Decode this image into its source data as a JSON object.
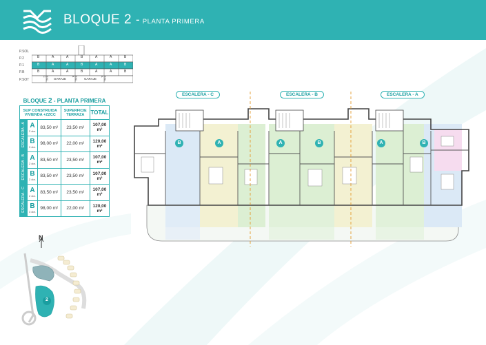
{
  "header": {
    "title_block": "BLOQUE 2",
    "title_sep": "-",
    "title_floor": "PLANTA PRIMERA",
    "bg_color": "#2fb2b3"
  },
  "mini_elevation": {
    "levels": [
      "P.SOL",
      "P.2",
      "P.1",
      "P.B",
      "P.SOT"
    ],
    "rows": {
      "p2": [
        "B",
        "A",
        "A",
        "B",
        "A",
        "A",
        "B"
      ],
      "p1": [
        "B",
        "A",
        "A",
        "B",
        "A",
        "A",
        "B"
      ],
      "pb": [
        "B",
        "A",
        "A",
        "B",
        "A",
        "A",
        "B"
      ]
    },
    "sot_labels": [
      "GARAJE",
      "GARAJE"
    ],
    "stairs": [
      "ESC-C",
      "ESC-B",
      "ESC-A"
    ]
  },
  "table": {
    "title_prefix": "BLOQUE",
    "title_num": "2",
    "title_suffix": "- PLANTA PRIMERA",
    "headers": {
      "col1": "SUP CONSTRUIDA VIVIENDA +ZZCC",
      "col2": "SUPERFICIE TERRAZA",
      "col3": "TOTAL"
    },
    "groups": [
      {
        "escalera": "ESCALERA - A",
        "rows": [
          {
            "unit": "A",
            "dorm": "2 dor.",
            "vivienda": "83,50 m²",
            "terraza": "23,50 m²",
            "total": "107,00 m²"
          },
          {
            "unit": "B",
            "dorm": "3 dor.",
            "vivienda": "98,00 m²",
            "terraza": "22,00 m²",
            "total": "120,00 m²"
          }
        ]
      },
      {
        "escalera": "ESCALERA - B",
        "rows": [
          {
            "unit": "A",
            "dorm": "2 dor.",
            "vivienda": "83,50 m²",
            "terraza": "23,50 m²",
            "total": "107,00 m²"
          },
          {
            "unit": "B",
            "dorm": "2 dor.",
            "vivienda": "83,50 m²",
            "terraza": "23,50 m²",
            "total": "107,00 m²"
          }
        ]
      },
      {
        "escalera": "ESCALERA - C",
        "rows": [
          {
            "unit": "A",
            "dorm": "2 dor.",
            "vivienda": "83,50 m²",
            "terraza": "23,50 m²",
            "total": "107,00 m²"
          },
          {
            "unit": "B",
            "dorm": "3 dor.",
            "vivienda": "98,00 m²",
            "terraza": "22,00 m²",
            "total": "120,00 m²"
          }
        ]
      }
    ]
  },
  "plan": {
    "escaleras": [
      "ESCALERA - C",
      "ESCALERA - B",
      "ESCALERA - A"
    ],
    "unit_markers": [
      "B",
      "A",
      "A",
      "B",
      "A",
      "B"
    ],
    "unit_colors": {
      "blue": "#dbe9f6",
      "yellow": "#f3f1d2",
      "green": "#dcefd3",
      "pink": "#f6dcef",
      "terrace": "#eef7ee"
    }
  },
  "sitemap": {
    "north_label": "N",
    "block_number": "2"
  }
}
